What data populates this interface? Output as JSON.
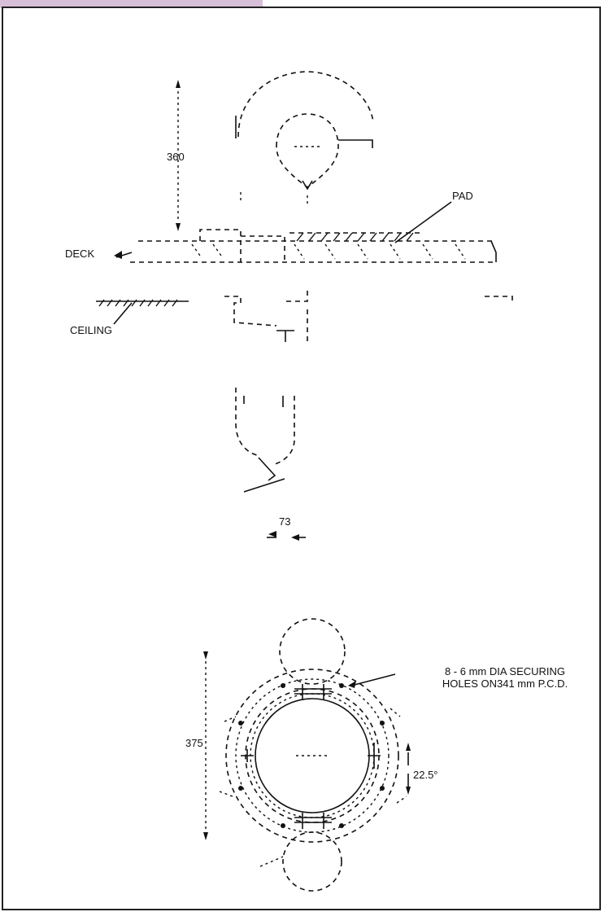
{
  "colors": {
    "tab": "#d8bfd8",
    "frame": "#222222",
    "line": "#111111"
  },
  "labels": {
    "dim_360": "360",
    "pad": "PAD",
    "deck": "DECK",
    "ceiling": "CEILING",
    "dim_73": "73",
    "securing_holes_line1": "8 - 6 mm DIA SECURING",
    "securing_holes_line2": "HOLES ON341 mm P.C.D.",
    "dim_375": "375",
    "angle": "22.5°"
  }
}
